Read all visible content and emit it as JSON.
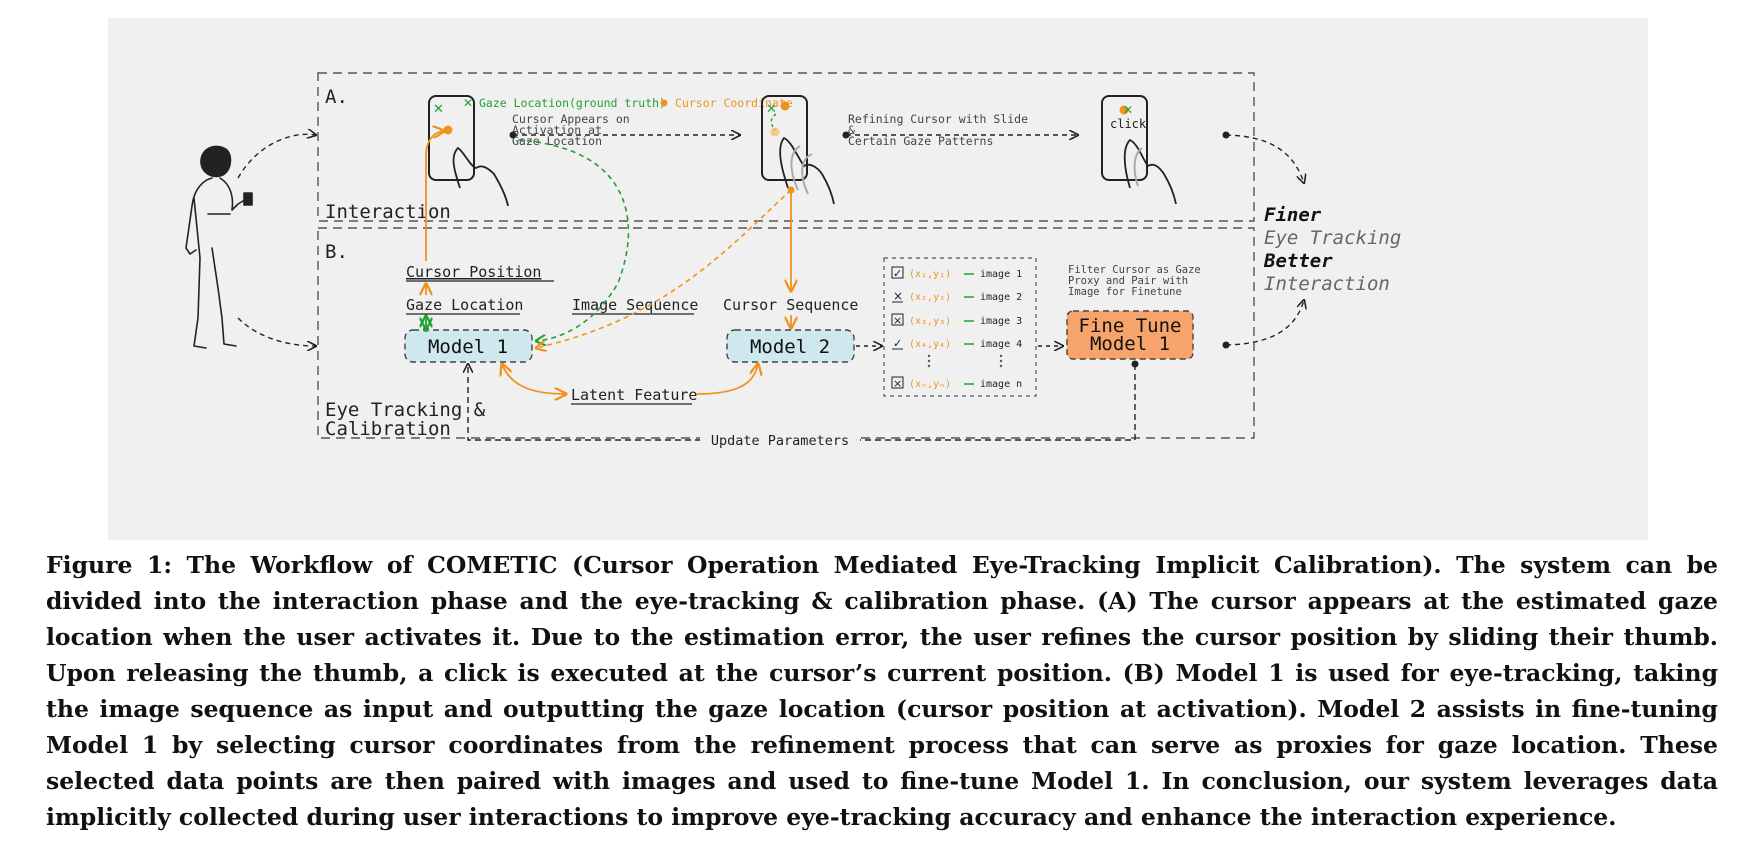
{
  "figure": {
    "section_a_label": "A.",
    "section_b_label": "B.",
    "interaction_label": "Interaction",
    "eye_tracking_label_line1": "Eye Tracking &",
    "eye_tracking_label_line2": "Calibration",
    "legend": {
      "gaze": "Gaze Location(ground truth)",
      "cursor": "Cursor Coordinate"
    },
    "phone1_note": [
      "Cursor Appears on",
      "Activation at",
      "Gaze Location"
    ],
    "phone2_note": [
      "Refining Cursor with Slide",
      "&",
      "Certain Gaze Patterns"
    ],
    "click_text": "click",
    "cursor_position": "Cursor Position",
    "gaze_location": "Gaze Location",
    "image_sequence": "Image Sequence",
    "cursor_sequence": "Cursor Sequence",
    "model1": "Model 1",
    "model2": "Model 2",
    "latent_feature": "Latent Feature",
    "update_parameters": "Update Parameters",
    "finetune_line1": "Fine Tune",
    "finetune_line2": "Model 1",
    "filter_note": [
      "Filter Cursor as Gaze",
      "Proxy and Pair with",
      "Image for Finetune"
    ],
    "candidates": [
      {
        "check": "✓",
        "coord": "(x₁,y₁)",
        "image": "image 1"
      },
      {
        "check": "×",
        "coord": "(x₂,y₂)",
        "image": "image 2"
      },
      {
        "check": "×",
        "coord": "(x₃,y₃)",
        "image": "image 3"
      },
      {
        "check": "✓",
        "coord": "(x₄,y₄)",
        "image": "image 4"
      },
      {
        "check": "×",
        "coord": "(xₙ,yₙ)",
        "image": "image n"
      }
    ],
    "outcome_lines": [
      "Finer",
      "Eye Tracking",
      "Better",
      "Interaction"
    ],
    "colors": {
      "gaze_green": "#22a033",
      "cursor_orange": "#f0931c",
      "model_fill": "#cfe8ee",
      "finetune_fill": "#f7a46c"
    }
  },
  "caption": "Figure 1: The Workflow of COMETIC (Cursor Operation Mediated Eye-Tracking Implicit Calibration). The system can be divided into the interaction phase and the eye-tracking & calibration phase. (A) The cursor appears at the estimated gaze location when the user activates it. Due to the estimation error, the user refines the cursor position by sliding their thumb. Upon releasing the thumb, a click is executed at the cursor’s current position. (B) Model 1 is used for eye-tracking, taking the image sequence as input and outputting the gaze location (cursor position at activation). Model 2 assists in fine-tuning Model 1 by selecting cursor coordinates from the refinement process that can serve as proxies for gaze location. These selected data points are then paired with images and used to fine-tune Model 1. In conclusion, our system leverages data implicitly collected during user interactions to improve eye-tracking accuracy and enhance the interaction experience."
}
